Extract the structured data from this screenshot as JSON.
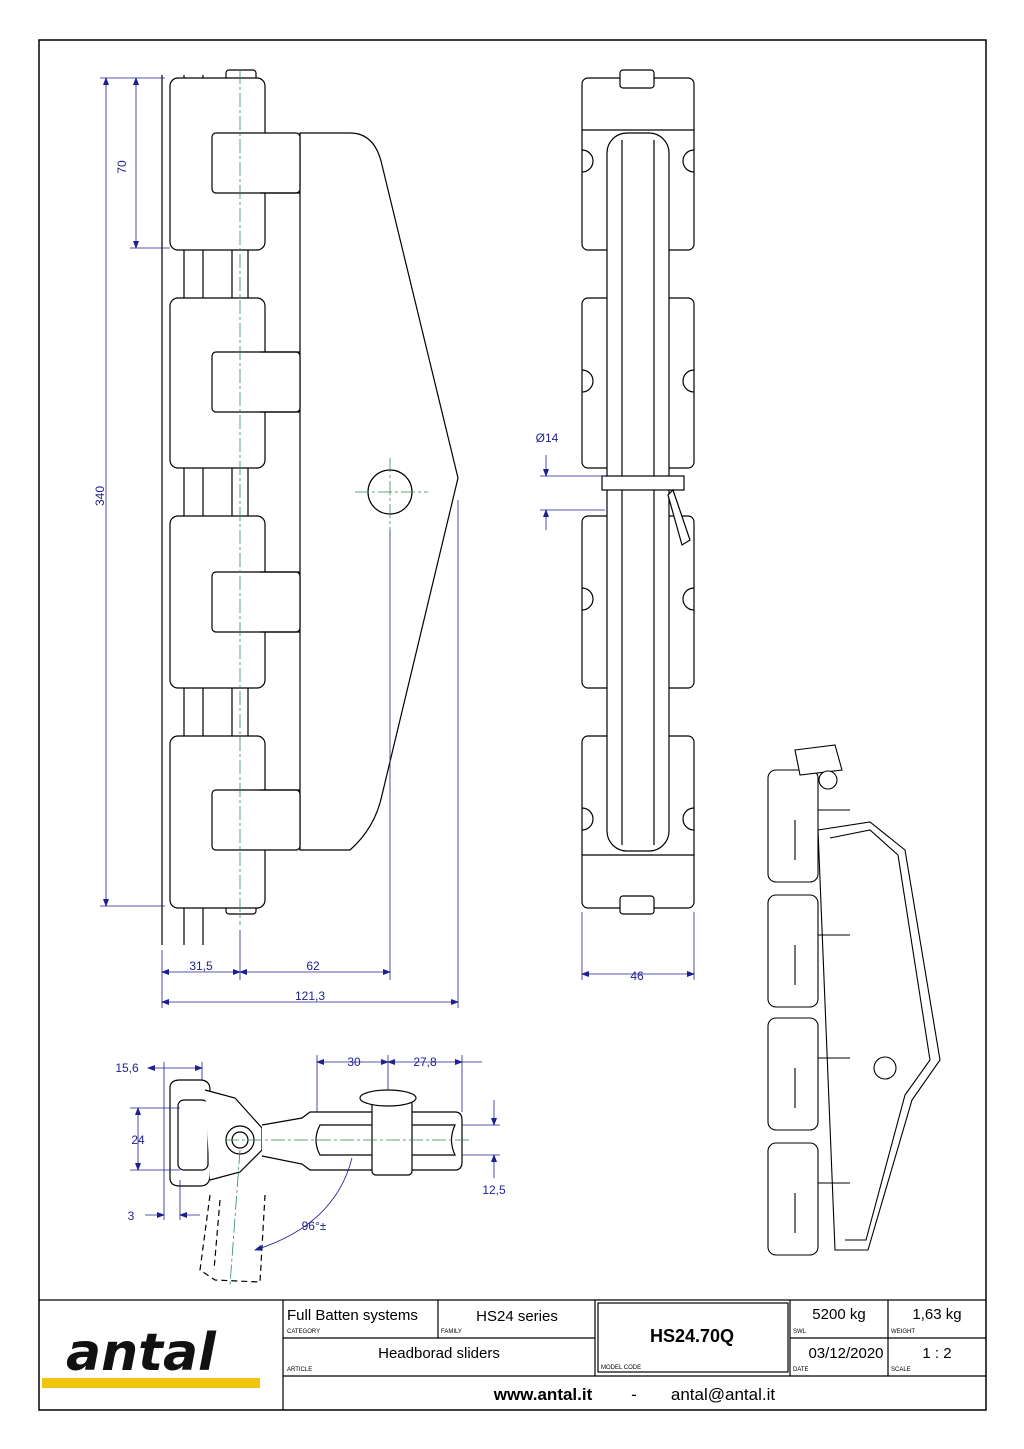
{
  "dimensions": {
    "d70": "70",
    "d340": "340",
    "d31_5": "31,5",
    "d62": "62",
    "d121_3": "121,3",
    "d46": "46",
    "dia14": "Ø14",
    "d15_6": "15,6",
    "d24": "24",
    "d3": "3",
    "d30": "30",
    "d27_8": "27,8",
    "d12_5": "12,5",
    "angle96": "96°±"
  },
  "title_block": {
    "logo": "antal",
    "category_value": "Full Batten systems",
    "category_label": "CATEGORY",
    "family_value": "HS24 series",
    "family_label": "FAMILY",
    "article_value": "Headborad sliders",
    "article_label": "ARTICLE",
    "model_code_value": "HS24.70Q",
    "model_code_label": "MODEL CODE",
    "swl_value": "5200 kg",
    "swl_label": "SWL",
    "weight_value": "1,63 kg",
    "weight_label": "WEIGHT",
    "date_value": "03/12/2020",
    "date_label": "DATE",
    "scale_value": "1 : 2",
    "scale_label": "SCALE",
    "website": "www.antal.it",
    "separator": "-",
    "email": "antal@antal.it"
  },
  "colors": {
    "line": "#000000",
    "dimension": "#1f1f8f",
    "centerline": "#2e8b57",
    "accent": "#f2c40f"
  }
}
